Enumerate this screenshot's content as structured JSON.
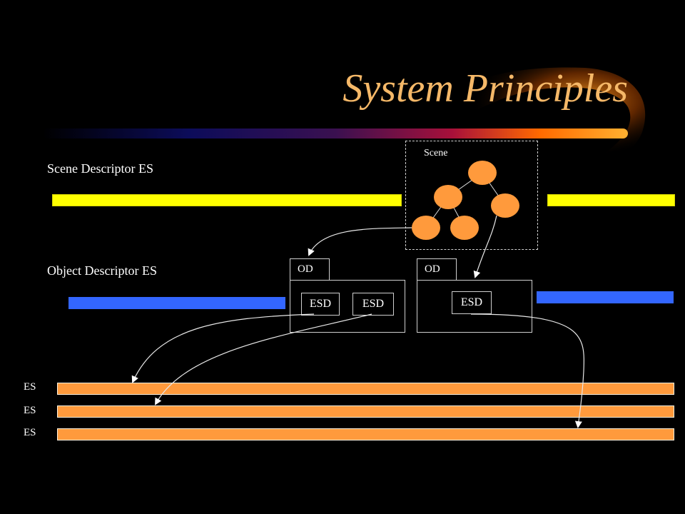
{
  "title": "System Principles",
  "scene": {
    "label": "Scene"
  },
  "scene_descriptor": {
    "label": "Scene Descriptor ES"
  },
  "object_descriptor": {
    "label": "Object Descriptor ES"
  },
  "od_boxes": [
    {
      "label": "OD",
      "esd": [
        "ESD",
        "ESD"
      ]
    },
    {
      "label": "OD",
      "esd": [
        "ESD"
      ]
    }
  ],
  "es_rows": [
    "ES",
    "ES",
    "ES"
  ],
  "colors": {
    "title": "#f5b868",
    "scene_bar": "#ffff00",
    "od_bar": "#3366ff",
    "es_bar": "#ff9a3c",
    "node": "#ff9a3c"
  }
}
